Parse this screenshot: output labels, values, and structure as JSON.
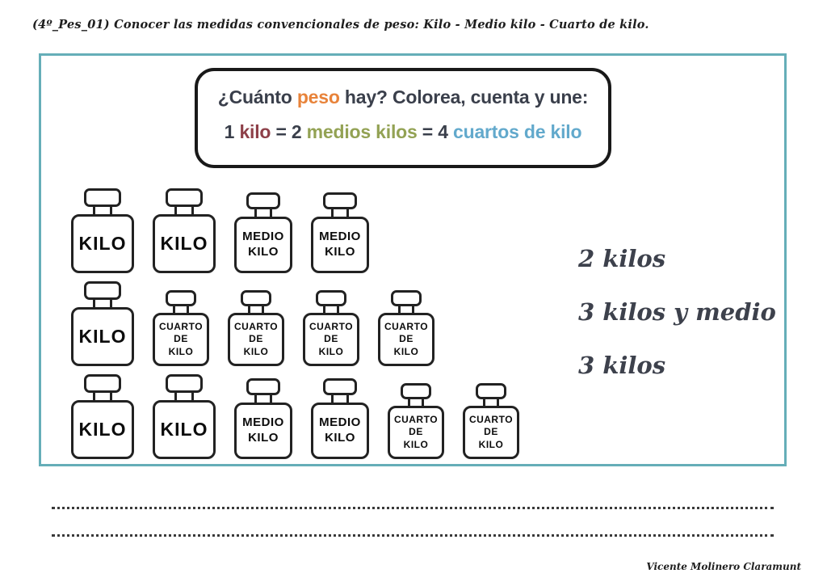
{
  "worksheet": {
    "header": "(4º_Pes_01) Conocer las medidas convencionales de peso: Kilo - Medio kilo - Cuarto de kilo.",
    "signature": "Vicente Molinero Claramunt"
  },
  "instruction_box": {
    "line1_segments": [
      {
        "text": "¿Cuánto ",
        "color": "#3a3f4b"
      },
      {
        "text": "peso",
        "color": "#e8833a"
      },
      {
        "text": " hay? Colorea, cuenta y une:",
        "color": "#3a3f4b"
      }
    ],
    "line2_segments": [
      {
        "text": "1 ",
        "color": "#3a3f4b"
      },
      {
        "text": "kilo",
        "color": "#8e4049"
      },
      {
        "text": " = 2 ",
        "color": "#3a3f4b"
      },
      {
        "text": "medios kilos",
        "color": "#93a254"
      },
      {
        "text": " = 4 ",
        "color": "#3a3f4b"
      },
      {
        "text": "cuartos de kilo",
        "color": "#62a9cc"
      }
    ]
  },
  "weights": {
    "rows": [
      {
        "name": "row-1",
        "items": [
          {
            "type": "kilo",
            "lines": [
              "KILO"
            ]
          },
          {
            "type": "kilo",
            "lines": [
              "KILO"
            ]
          },
          {
            "type": "medio",
            "lines": [
              "MEDIO",
              "KILO"
            ]
          },
          {
            "type": "medio",
            "lines": [
              "MEDIO",
              "KILO"
            ]
          }
        ]
      },
      {
        "name": "row-2",
        "items": [
          {
            "type": "kilo",
            "lines": [
              "KILO"
            ]
          },
          {
            "type": "cuarto",
            "lines": [
              "CUARTO",
              "DE",
              "KILO"
            ]
          },
          {
            "type": "cuarto",
            "lines": [
              "CUARTO",
              "DE",
              "KILO"
            ]
          },
          {
            "type": "cuarto",
            "lines": [
              "CUARTO",
              "DE",
              "KILO"
            ]
          },
          {
            "type": "cuarto",
            "lines": [
              "CUARTO",
              "DE",
              "KILO"
            ]
          }
        ]
      },
      {
        "name": "row-3",
        "items": [
          {
            "type": "kilo",
            "lines": [
              "KILO"
            ]
          },
          {
            "type": "kilo",
            "lines": [
              "KILO"
            ]
          },
          {
            "type": "medio",
            "lines": [
              "MEDIO",
              "KILO"
            ]
          },
          {
            "type": "medio",
            "lines": [
              "MEDIO",
              "KILO"
            ]
          },
          {
            "type": "cuarto",
            "lines": [
              "CUARTO",
              "DE",
              "KILO"
            ]
          },
          {
            "type": "cuarto",
            "lines": [
              "CUARTO",
              "DE",
              "KILO"
            ]
          }
        ]
      }
    ]
  },
  "answers": [
    {
      "label": "2 kilos"
    },
    {
      "label": "3 kilos y medio"
    },
    {
      "label": "3 kilos"
    }
  ],
  "colors": {
    "frame_teal": "#65aeb8",
    "instruction_border": "#191919",
    "ink_dark": "#3a3f4b",
    "peso_orange": "#e8833a",
    "kilo_maroon": "#8e4049",
    "medio_olive": "#93a254",
    "cuarto_blue": "#62a9cc",
    "weight_outline": "#222222"
  }
}
